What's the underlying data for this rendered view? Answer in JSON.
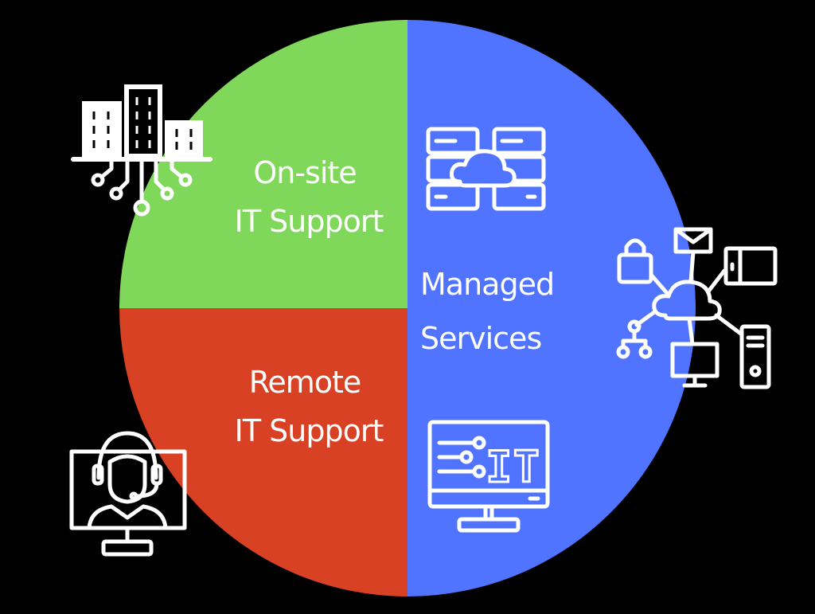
{
  "segments": [
    {
      "id": "onsite",
      "line1": "On-site",
      "line2": "IT Support",
      "color": "#80d85b",
      "icon": "office-buildings-network-icon"
    },
    {
      "id": "remote",
      "line1": "Remote",
      "line2": "IT Support",
      "color": "#d84123",
      "icon": "headset-agent-icon"
    },
    {
      "id": "managed",
      "line1": "Managed",
      "line2": "Services",
      "color": "#5074ff",
      "icons": [
        "server-cloud-icon",
        "network-devices-icon",
        "it-monitor-icon"
      ]
    }
  ],
  "icon_texts": {
    "it_monitor": "IT"
  },
  "colors": {
    "background": "#000000",
    "foreground": "#ffffff"
  }
}
